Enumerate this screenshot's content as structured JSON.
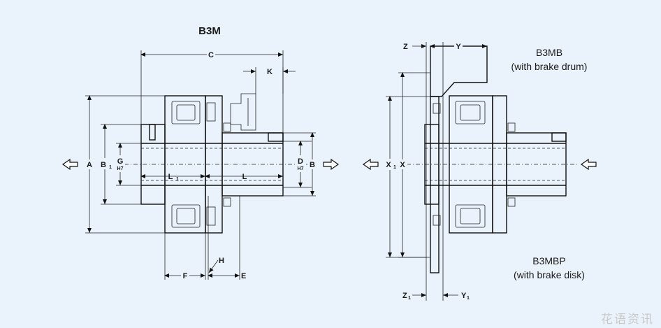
{
  "left_view": {
    "title": "B3M",
    "labels": {
      "A": "A",
      "B1": "B",
      "B1_sub": "1",
      "G": "G",
      "G_sub": "H7",
      "L1": "L",
      "L1_sub": "1",
      "L": "L",
      "C": "C",
      "K": "K",
      "D": "D",
      "D_sub": "H7",
      "B": "B",
      "F": "F",
      "H": "H",
      "E": "E"
    }
  },
  "right_view": {
    "caption_top_line1": "B3MB",
    "caption_top_line2": "(with brake drum)",
    "caption_bottom_line1": "B3MBP",
    "caption_bottom_line2": "(with brake disk)",
    "labels": {
      "Z": "Z",
      "Y": "Y",
      "X1": "X",
      "X1_sub": "1",
      "X": "X",
      "Z1": "Z",
      "Z1_sub": "1",
      "Y1": "Y",
      "Y1_sub": "1"
    }
  },
  "watermark": "花语资讯"
}
